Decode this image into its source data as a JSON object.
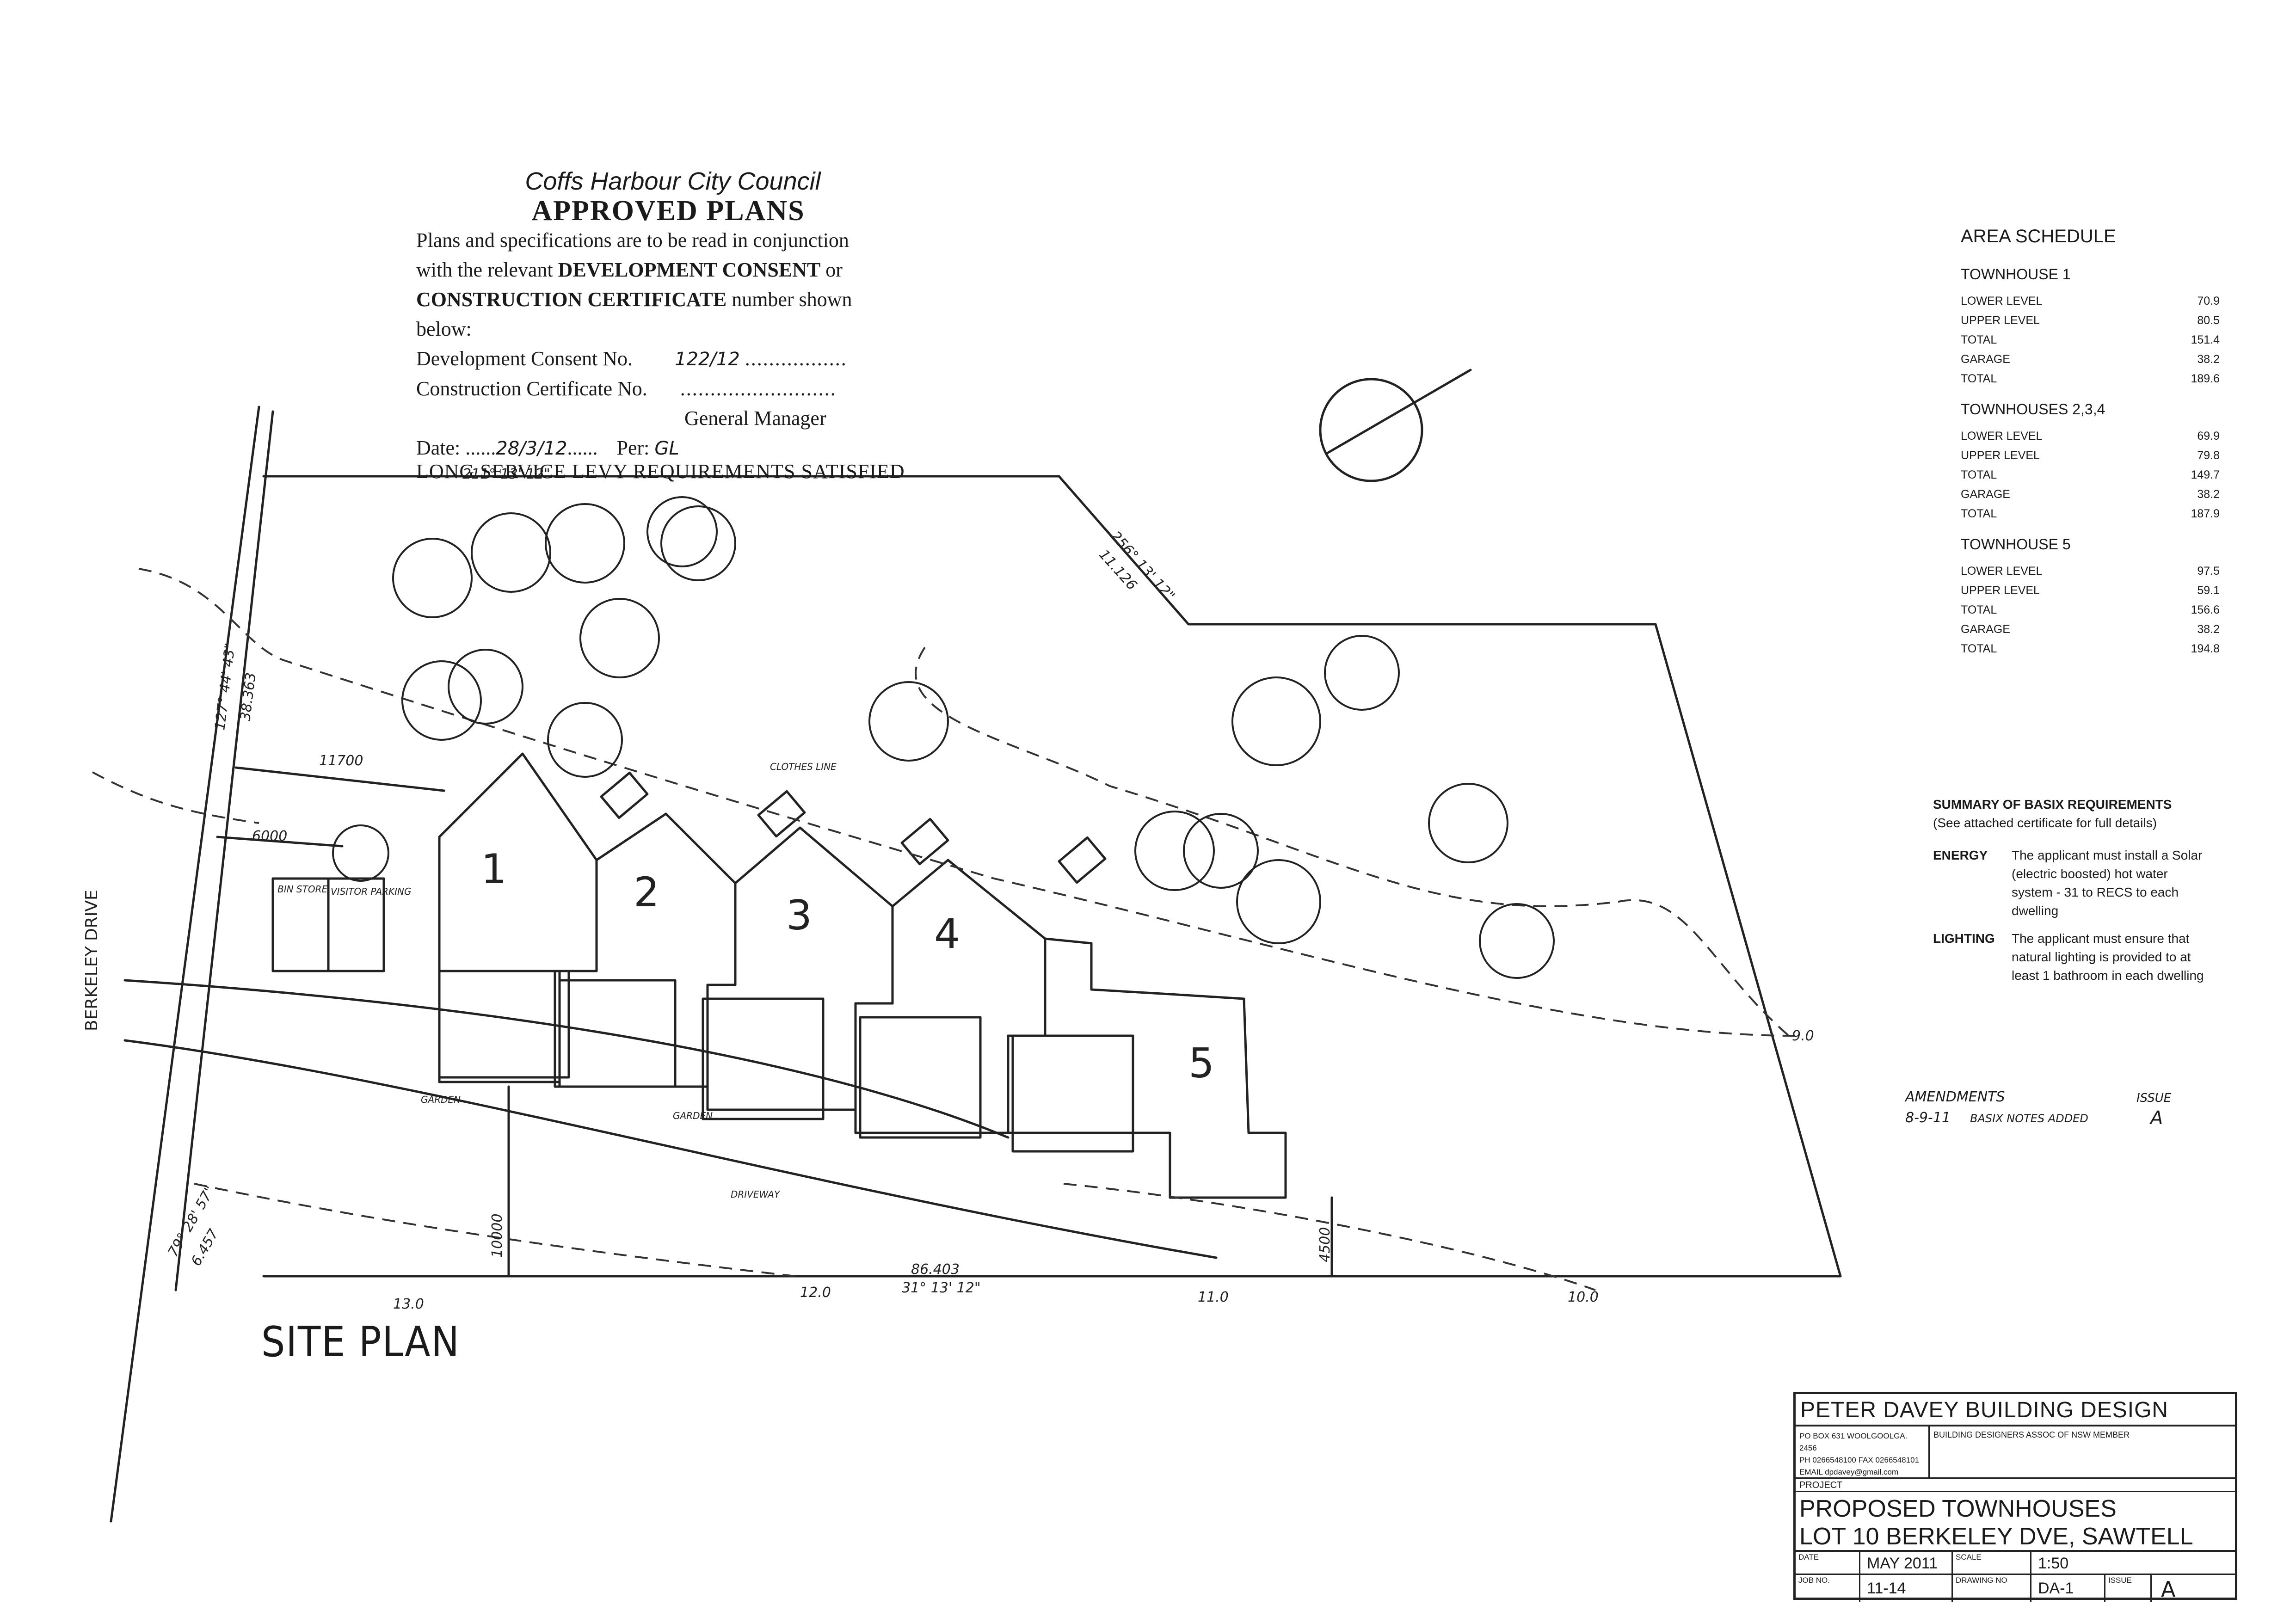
{
  "stamp": {
    "council": "Coffs Harbour City Council",
    "approved": "APPROVED PLANS",
    "line1": "Plans and specifications are to be read in conjunction",
    "line2_a": "with the relevant ",
    "line2_b": "DEVELOPMENT CONSENT",
    "line2_c": " or",
    "line3_a": "CONSTRUCTION CERTIFICATE",
    "line3_b": " number shown",
    "line4": "below:",
    "dc_label": "Development Consent No.",
    "dc_value": "122/12",
    "cc_label": "Construction Certificate No.",
    "gm_label": "General Manager",
    "date_label": "Date:",
    "date_value": "28/3/12",
    "per_label": "Per:",
    "per_value": "GL",
    "lsl": "LONG SERVICE LEVY REQUIREMENTS SATISFIED"
  },
  "area_schedule": {
    "heading": "AREA SCHEDULE",
    "groups": [
      {
        "name": "TOWNHOUSE 1",
        "rows": [
          {
            "label": "LOWER LEVEL",
            "value": "70.9"
          },
          {
            "label": "UPPER LEVEL",
            "value": "80.5"
          },
          {
            "label": "TOTAL",
            "value": "151.4"
          },
          {
            "label": "GARAGE",
            "value": "38.2"
          },
          {
            "label": "TOTAL",
            "value": "189.6"
          }
        ]
      },
      {
        "name": "TOWNHOUSES 2,3,4",
        "rows": [
          {
            "label": "LOWER LEVEL",
            "value": "69.9"
          },
          {
            "label": "UPPER LEVEL",
            "value": "79.8"
          },
          {
            "label": "TOTAL",
            "value": "149.7"
          },
          {
            "label": "GARAGE",
            "value": "38.2"
          },
          {
            "label": "TOTAL",
            "value": "187.9"
          }
        ]
      },
      {
        "name": "TOWNHOUSE 5",
        "rows": [
          {
            "label": "LOWER LEVEL",
            "value": "97.5"
          },
          {
            "label": "UPPER LEVEL",
            "value": "59.1"
          },
          {
            "label": "TOTAL",
            "value": "156.6"
          },
          {
            "label": "GARAGE",
            "value": "38.2"
          },
          {
            "label": "TOTAL",
            "value": "194.8"
          }
        ]
      }
    ]
  },
  "basix": {
    "title": "SUMMARY OF BASIX REQUIREMENTS",
    "subtitle": "(See attached certificate for full details)",
    "energy_label": "ENERGY",
    "energy_text": "The applicant must install a Solar (electric boosted) hot water system - 31 to RECS to each dwelling",
    "lighting_label": "LIGHTING",
    "lighting_text": "The applicant must ensure that natural lighting is provided to at least 1 bathroom in each dwelling"
  },
  "amendments": {
    "heading": "AMENDMENTS",
    "issue_heading": "ISSUE",
    "date": "8-9-11",
    "note": "BASIX NOTES ADDED",
    "issue": "A"
  },
  "plan": {
    "title": "SITE PLAN",
    "street": "BERKELEY DRIVE",
    "units": [
      "1",
      "2",
      "3",
      "4",
      "5"
    ],
    "labels": {
      "bin_store": "BIN STORE",
      "visitor_parking": "VISITOR PARKING",
      "clothes_line": "CLOTHES LINE",
      "garden_1": "GARDEN",
      "garden_2": "GARDEN",
      "driveway": "DRIVEWAY"
    },
    "dims": {
      "d11700": "11700",
      "d6000": "6000",
      "d10000": "10000",
      "d4500": "4500",
      "bearing_top": "211° 13' 12\"",
      "bearing_ne": "256° 13' 12\"",
      "len_ne": "11.126",
      "bearing_left": "127° 44' 43\"",
      "len_left": "38.363",
      "bearing_bottom": "31° 13' 12\"",
      "len_bottom": "86.403",
      "bearing_sw": "79° 28' 57\"",
      "len_sw": "6.457"
    },
    "contours": [
      "13.0",
      "12.0",
      "11.0",
      "10.0",
      "9.0"
    ]
  },
  "title_block": {
    "firm": "PETER DAVEY BUILDING DESIGN",
    "address1": "PO BOX 631 WOOLGOOLGA. 2456",
    "address2": "PH 0266548100   FAX 0266548101",
    "address3": "EMAIL dpdavey@gmail.com",
    "assoc": "BUILDING DESIGNERS ASSOC OF NSW MEMBER",
    "project_label": "PROJECT",
    "project_line1": "PROPOSED TOWNHOUSES",
    "project_line2": "LOT 10 BERKELEY DVE, SAWTELL",
    "date_label": "DATE",
    "date": "MAY 2011",
    "scale_label": "SCALE",
    "scale": "1:50",
    "job_label": "JOB NO.",
    "job": "11-14",
    "drawing_label": "DRAWING NO",
    "drawing": "DA-1",
    "issue_label": "ISSUE",
    "issue": "A"
  }
}
